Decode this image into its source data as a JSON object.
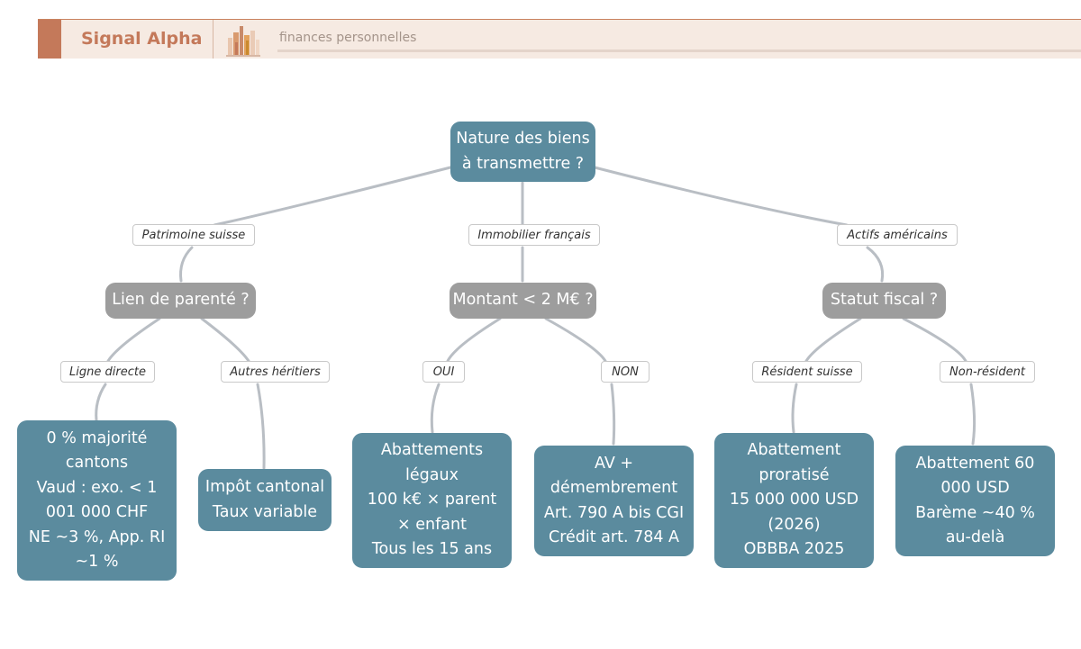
{
  "header": {
    "brand": "Signal Alpha",
    "subtitle": "finances personnelles",
    "logo_icon": "city-buildings-icon",
    "accent_color": "#c4795a"
  },
  "colors": {
    "question_root": "#5b8b9e",
    "question_secondary": "#9d9d9d",
    "outcome": "#5b8b9e",
    "connector": "#b9bec4"
  },
  "diagram": {
    "root": "Nature des biens\nà transmettre ?",
    "branches": [
      {
        "label": "Patrimoine suisse",
        "question": "Lien de parenté ?",
        "options": [
          {
            "label": "Ligne directe",
            "result": "0 % majorité\ncantons\nVaud : exo. < 1\n001 000 CHF\nNE ~3 %, App. RI\n~1 %"
          },
          {
            "label": "Autres héritiers",
            "result": "Impôt cantonal\nTaux variable"
          }
        ]
      },
      {
        "label": "Immobilier français",
        "question": "Montant < 2 M€ ?",
        "options": [
          {
            "label": "OUI",
            "result": "Abattements\nlégaux\n100 k€ × parent\n× enfant\nTous les 15 ans"
          },
          {
            "label": "NON",
            "result": "AV +\ndémembrement\nArt. 790 A bis CGI\nCrédit art. 784 A"
          }
        ]
      },
      {
        "label": "Actifs américains",
        "question": "Statut fiscal ?",
        "options": [
          {
            "label": "Résident suisse",
            "result": "Abattement\nproratisé\n15 000 000 USD\n(2026)\nOBBBA 2025"
          },
          {
            "label": "Non-résident",
            "result": "Abattement 60\n000 USD\nBarème ~40 %\nau-delà"
          }
        ]
      }
    ]
  }
}
